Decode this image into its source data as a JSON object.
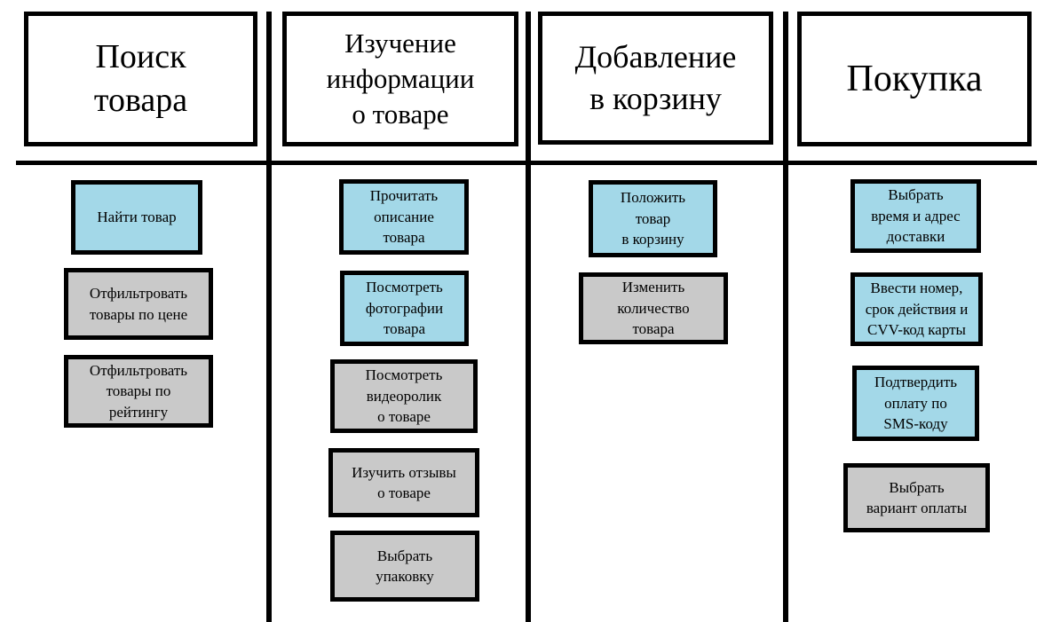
{
  "diagram": {
    "title": "user-journey-map",
    "colors": {
      "card_highlight": "#A3D8E8",
      "card_default": "#C9C9C9",
      "border": "#000000",
      "background": "#FFFFFF"
    },
    "columns": [
      {
        "header": "Поиск\nтовара",
        "cards": [
          {
            "label": "Найти товар",
            "style": "highlight"
          },
          {
            "label": "Отфильтровать\nтовары по цене",
            "style": "default"
          },
          {
            "label": "Отфильтровать\nтовары по\nрейтингу",
            "style": "default"
          }
        ]
      },
      {
        "header": "Изучение\nинформации\nо товаре",
        "cards": [
          {
            "label": "Прочитать\nописание\nтовара",
            "style": "highlight"
          },
          {
            "label": "Посмотреть\nфотографии\nтовара",
            "style": "highlight"
          },
          {
            "label": "Посмотреть\nвидеоролик\nо товаре",
            "style": "default"
          },
          {
            "label": "Изучить отзывы\nо товаре",
            "style": "default"
          },
          {
            "label": "Выбрать\nупаковку",
            "style": "default"
          }
        ]
      },
      {
        "header": "Добавление\nв корзину",
        "cards": [
          {
            "label": "Положить\nтовар\nв корзину",
            "style": "highlight"
          },
          {
            "label": "Изменить\nколичество\nтовара",
            "style": "default"
          }
        ]
      },
      {
        "header": "Покупка",
        "cards": [
          {
            "label": "Выбрать\nвремя и адрес\nдоставки",
            "style": "highlight"
          },
          {
            "label": "Ввести номер,\nсрок действия и\nCVV-код карты",
            "style": "highlight"
          },
          {
            "label": "Подтвердить\nоплату по\nSMS-коду",
            "style": "highlight"
          },
          {
            "label": "Выбрать\nвариант оплаты",
            "style": "default"
          }
        ]
      }
    ]
  }
}
